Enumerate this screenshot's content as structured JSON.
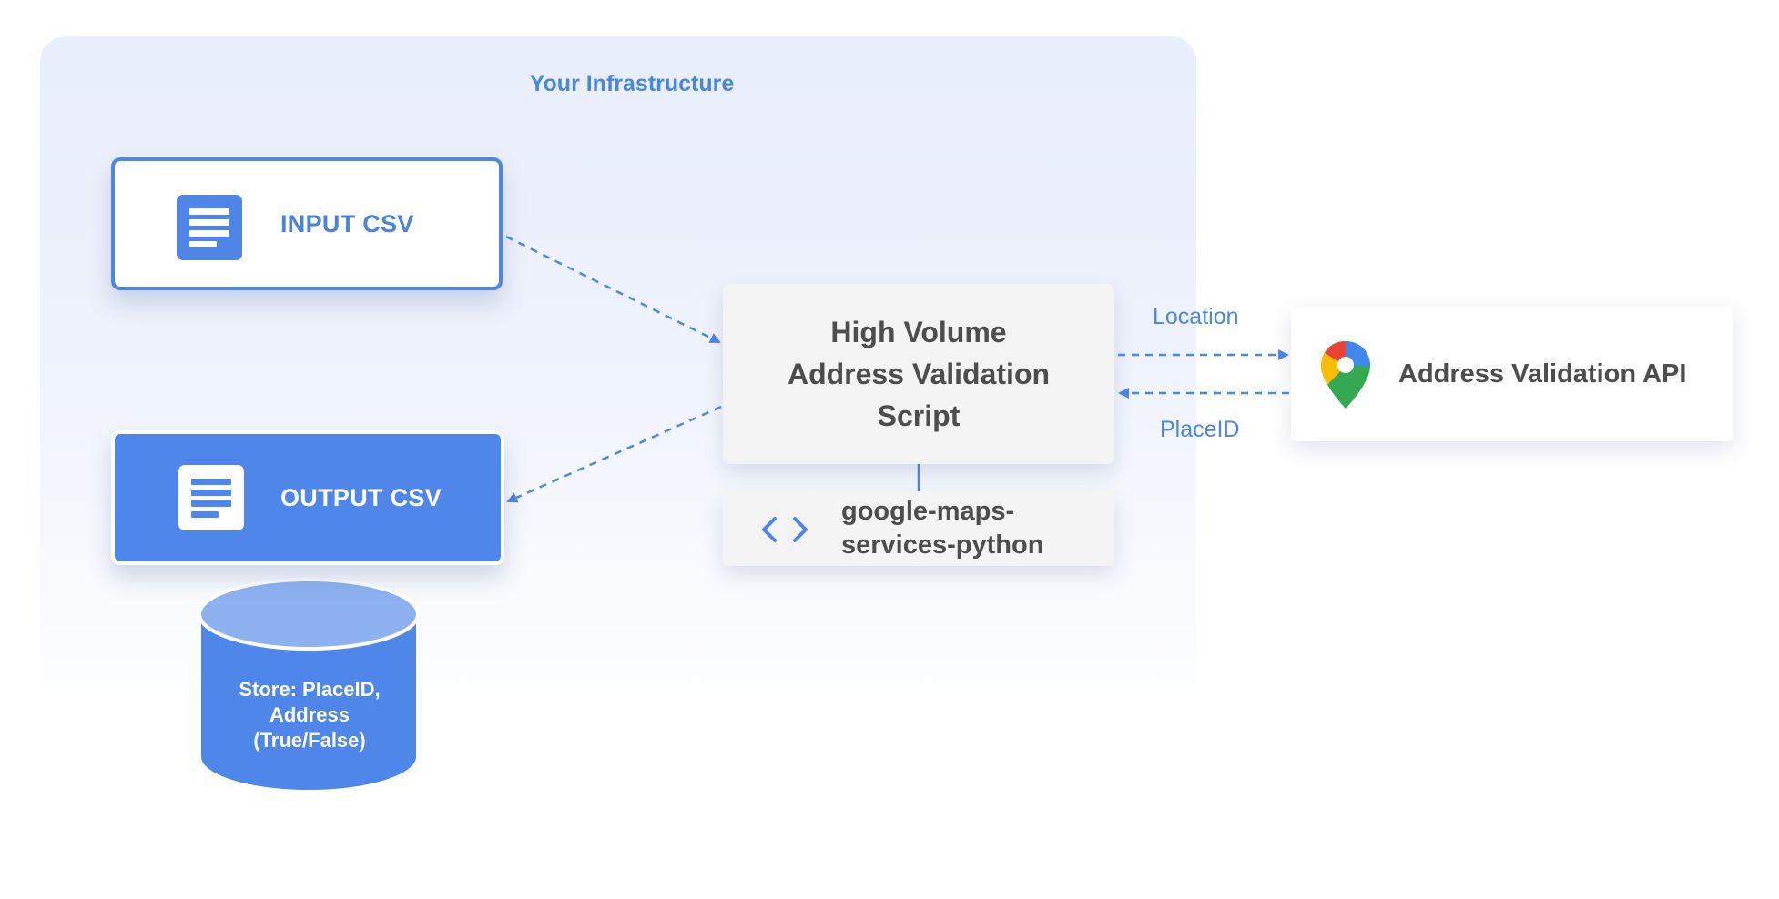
{
  "infrastructure": {
    "title": "Your Infrastructure"
  },
  "input_csv": {
    "label": "INPUT CSV",
    "icon": "document-icon"
  },
  "output_csv": {
    "label": "OUTPUT CSV",
    "icon": "document-icon"
  },
  "script": {
    "lines": [
      "High Volume",
      "Address Validation",
      "Script"
    ]
  },
  "library": {
    "lines": [
      "google-maps-",
      "services-python"
    ],
    "icon": "code-icon"
  },
  "api": {
    "label": "Address Validation API",
    "icon": "google-maps-pin-icon"
  },
  "edges": {
    "request_label": "Location",
    "response_label": "PlaceID"
  },
  "database": {
    "lines": [
      "Store: PlaceID,",
      "Address",
      "(True/False)"
    ]
  },
  "colors": {
    "accent": "#4f86e6",
    "infra_bg": "#e8eefb",
    "card_gray": "#f3f3f3",
    "text_dark": "#4d4d4d",
    "maps_red": "#ea4335",
    "maps_yellow": "#fbbc04",
    "maps_green": "#34a853",
    "maps_blue": "#4285f4"
  }
}
